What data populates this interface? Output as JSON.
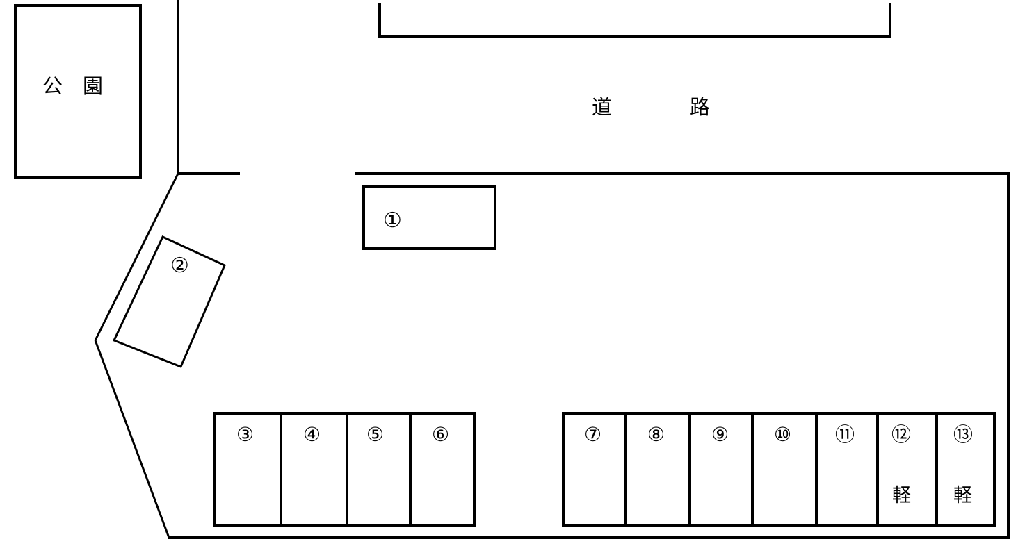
{
  "diagram": {
    "type": "parking-lot-site-plan",
    "title": "",
    "stroke_color": "#000000",
    "background_color": "#ffffff"
  },
  "areas": {
    "park": {
      "label": "公　園",
      "name": "park-area"
    },
    "road": {
      "label": "道　　路",
      "name": "road-area"
    }
  },
  "structures": [
    {
      "id": "1",
      "label": "①",
      "shape": "rectangle",
      "name": "building-stall-1"
    },
    {
      "id": "2",
      "label": "②",
      "shape": "rotated-rectangle",
      "name": "building-stall-2"
    }
  ],
  "left_block": {
    "name": "left-parking-block",
    "stalls": [
      {
        "id": "3",
        "label": "③",
        "note": ""
      },
      {
        "id": "4",
        "label": "④",
        "note": ""
      },
      {
        "id": "5",
        "label": "⑤",
        "note": ""
      },
      {
        "id": "6",
        "label": "⑥",
        "note": ""
      }
    ]
  },
  "right_block": {
    "name": "right-parking-block",
    "stalls": [
      {
        "id": "7",
        "label": "⑦",
        "note": ""
      },
      {
        "id": "8",
        "label": "⑧",
        "note": ""
      },
      {
        "id": "9",
        "label": "⑨",
        "note": ""
      },
      {
        "id": "10",
        "label": "⑩",
        "note": ""
      },
      {
        "id": "11",
        "label": "⑪",
        "note": ""
      },
      {
        "id": "12",
        "label": "⑫",
        "note": "軽"
      },
      {
        "id": "13",
        "label": "⑬",
        "note": "軽"
      }
    ]
  },
  "legend": {
    "kei_label": "軽"
  }
}
